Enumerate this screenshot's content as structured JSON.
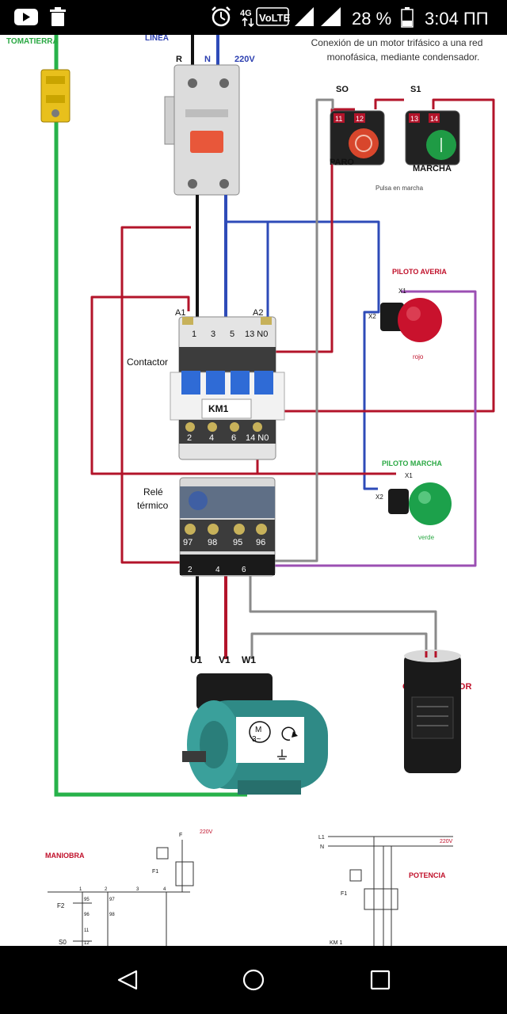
{
  "status_bar": {
    "network": "4G",
    "volte": "VoLTE",
    "battery": "28 %",
    "time": "3:04 ПП",
    "left_icons": [
      "youtube-icon",
      "trash-icon"
    ],
    "right_icons": [
      "alarm-icon",
      "signal-icon",
      "signal-icon",
      "battery-icon"
    ]
  },
  "diagram": {
    "title_line1": "Conexión de un motor trifásico a una red",
    "title_line2": "monofásica, mediante condensador.",
    "ground_label": "TOMATIERRA",
    "line_label": "LINEA",
    "r_label": "R",
    "n_label": "N",
    "voltage_label": "220V",
    "s0_label": "SO",
    "s1_label": "S1",
    "paro_label": "PARO",
    "marcha_label": "MARCHA",
    "pulsador_caption": "Pulsa en marcha",
    "paro_terminals": [
      "11",
      "12"
    ],
    "marcha_terminals": [
      "13",
      "14"
    ],
    "piloto_averia_label": "PILOTO AVERIA",
    "piloto_marcha_label": "PILOTO MARCHA",
    "rojo_label": "rojo",
    "verde_label": "verde",
    "x1_label": "X1",
    "x2_label": "X2",
    "contactor_label": "Contactor",
    "km1_label": "KM1",
    "a1_label": "A1",
    "a2_label": "A2",
    "contactor_top_terminals": [
      "1",
      "3",
      "5",
      "13 N0"
    ],
    "contactor_bottom_terminals": [
      "2",
      "4",
      "6",
      "14 N0"
    ],
    "rele_label_1": "Relé",
    "rele_label_2": "térmico",
    "f2_label": "F2",
    "rele_terminals": [
      "97",
      "98",
      "95",
      "96"
    ],
    "rele_out_terminals": [
      "2",
      "4",
      "6"
    ],
    "motor_terminals": [
      "U1",
      "V1",
      "W1"
    ],
    "motor_symbol_m": "M",
    "motor_symbol_phase": "3~",
    "condensador_label": "CONDENSADOR",
    "schematic_voltage": "220V",
    "maniobra_label": "MANIOBRA",
    "potencia_label": "POTENCIA",
    "schem_f": "F",
    "schem_f1": "F1",
    "schem_f2": "F2",
    "schem_s0": "S0",
    "schem_l1": "L1",
    "schem_n": "N",
    "schem_km1": "KM 1",
    "schem_numbers": [
      "1",
      "2",
      "3",
      "4",
      "95",
      "96",
      "97",
      "98",
      "11",
      "12"
    ]
  },
  "colors": {
    "green_wire": "#27b24a",
    "red_wire": "#b3142a",
    "blue_wire": "#2e4bb8",
    "purple_wire": "#9b4fb3",
    "gray_wire": "#8a8a8a",
    "black_wire": "#111111",
    "label_red": "#c0102a",
    "label_green": "#2aa843",
    "label_blue": "#2c3fb0"
  }
}
